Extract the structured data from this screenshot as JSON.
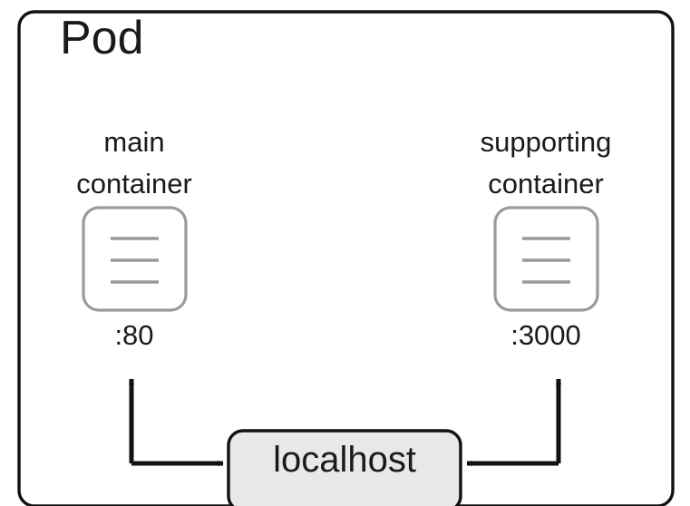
{
  "diagram": {
    "title": "Pod",
    "left_container": {
      "label_line1": "main",
      "label_line2": "container",
      "icon": "document-lines-icon",
      "port": ":80"
    },
    "right_container": {
      "label_line1": "supporting",
      "label_line2": "container",
      "icon": "document-lines-icon",
      "port": ":3000"
    },
    "network": {
      "label": "localhost"
    },
    "colors": {
      "pod_border": "#111111",
      "container_stroke": "#9a9a9a",
      "icon_line": "#9a9a9a",
      "arrow": "#111111",
      "localhost_fill": "#e8e8e8",
      "localhost_border": "#111111",
      "text": "#1a1a1a",
      "background": "#ffffff"
    }
  }
}
